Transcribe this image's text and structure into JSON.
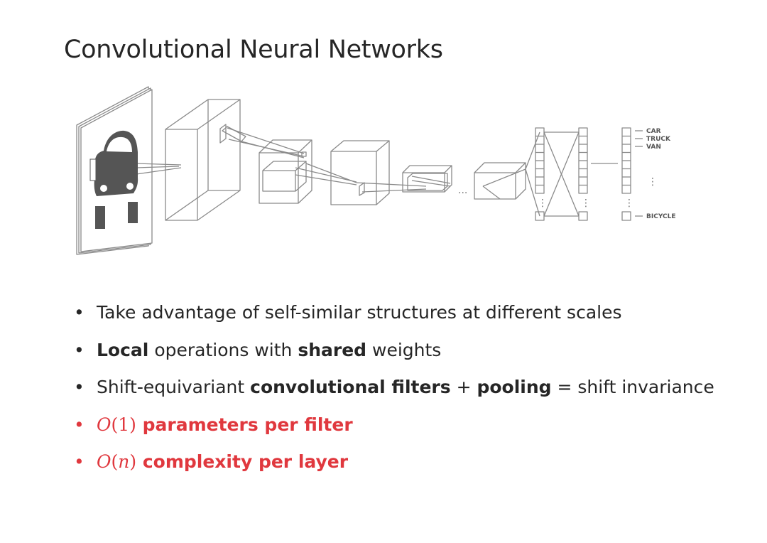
{
  "slide": {
    "title": "Convolutional Neural Networks"
  },
  "diagram": {
    "output_labels": [
      "CAR",
      "TRUCK",
      "VAN",
      "BICYCLE"
    ],
    "ellipsis": "...",
    "vertical_ellipsis": "⋮"
  },
  "bullets": [
    {
      "parts": [
        {
          "text": "Take advantage of self-similar structures at different scales"
        }
      ]
    },
    {
      "parts": [
        {
          "text": "Local",
          "bold": true
        },
        {
          "text": " operations with "
        },
        {
          "text": "shared",
          "bold": true
        },
        {
          "text": " weights"
        }
      ]
    },
    {
      "parts": [
        {
          "text": "Shift-equivariant "
        },
        {
          "text": "convolutional filters",
          "bold": true
        },
        {
          "text": " + "
        },
        {
          "text": "pooling",
          "bold": true
        },
        {
          "text": " = shift invariance"
        }
      ]
    },
    {
      "red": true,
      "math_func": "O",
      "math_arg": "1",
      "math_arg_italic": false,
      "rest": " parameters per filter"
    },
    {
      "red": true,
      "math_func": "O",
      "math_arg": "n",
      "math_arg_italic": true,
      "rest": " complexity per layer"
    }
  ],
  "colors": {
    "text": "#262626",
    "accent_red": "#e0383e",
    "diagram_line": "#8a8a8a",
    "car_icon": "#555555"
  }
}
